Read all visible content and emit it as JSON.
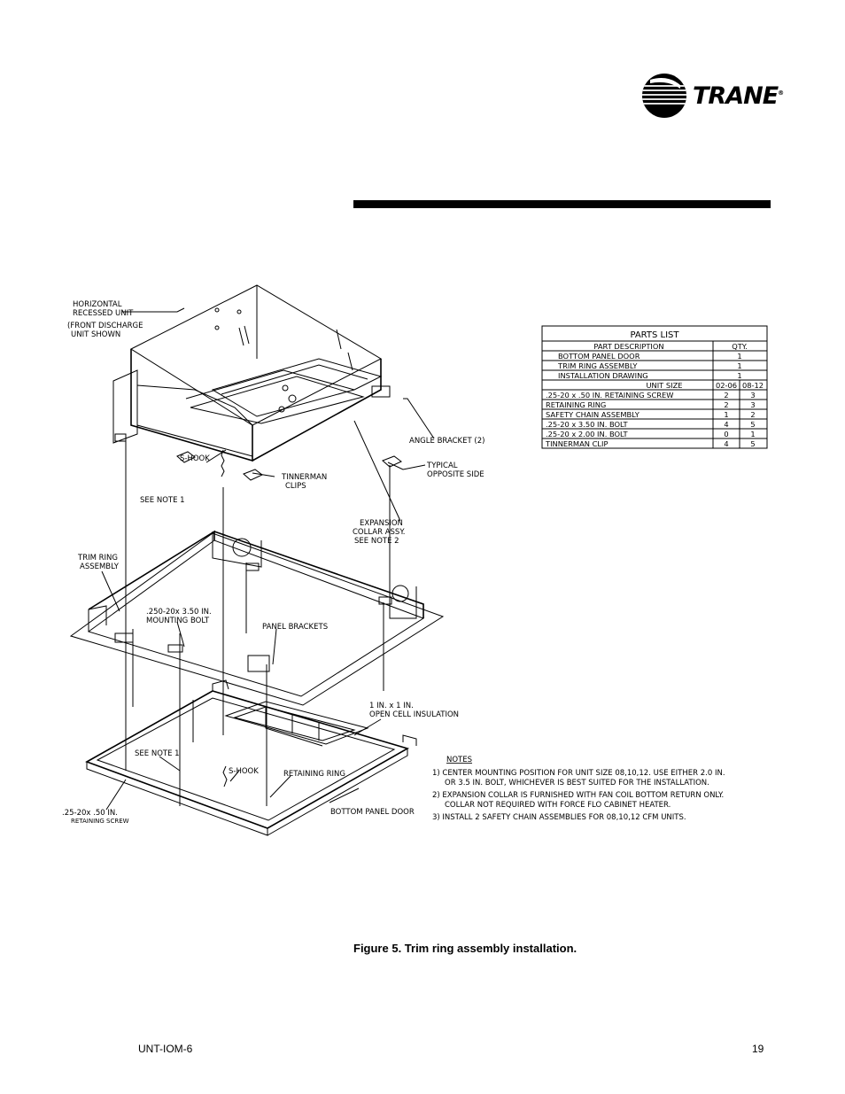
{
  "brand": {
    "name": "TRANE",
    "mark": "®"
  },
  "figure": {
    "caption": "Figure 5. Trim ring assembly installation.",
    "labels": {
      "horizontal_recessed": [
        "HORIZONTAL",
        "RECESSED UNIT"
      ],
      "front_discharge": [
        "(FRONT DISCHARGE",
        "UNIT SHOWN"
      ],
      "angle_bracket": "ANGLE BRACKET (2)",
      "typical_opposite": [
        "TYPICAL",
        "OPPOSITE SIDE"
      ],
      "s_hook_top": "S-HOOK",
      "tinnerman_clips": [
        "TINNERMAN",
        "CLIPS"
      ],
      "see_note_1_top": "SEE NOTE 1",
      "expansion_collar": [
        "EXPANSION",
        "COLLAR ASSY.",
        "SEE NOTE 2"
      ],
      "trim_ring_assembly": [
        "TRIM RING",
        "ASSEMBLY"
      ],
      "mounting_bolt": [
        ".250-20x 3.50 IN.",
        "MOUNTING BOLT"
      ],
      "panel_brackets": "PANEL BRACKETS",
      "insulation": [
        "1 IN. x 1 IN.",
        "OPEN CELL INSULATION"
      ],
      "see_note_1_bottom": "SEE NOTE 1",
      "s_hook_bottom": "S-HOOK",
      "retaining_ring": "RETAINING RING",
      "retaining_screw": [
        ".25-20x .50 IN.",
        "RETAINING SCREW"
      ],
      "bottom_panel_door": "BOTTOM PANEL DOOR"
    },
    "parts_list": {
      "title": "PARTS LIST",
      "col_description": "PART DESCRIPTION",
      "col_qty": "QTY.",
      "simple_rows": [
        {
          "desc": "BOTTOM PANEL DOOR",
          "qty": "1"
        },
        {
          "desc": "TRIM RING ASSEMBLY",
          "qty": "1"
        },
        {
          "desc": "INSTALLATION DRAWING",
          "qty": "1"
        }
      ],
      "unit_size_label": "UNIT SIZE",
      "unit_size_cols": [
        "02-06",
        "08-12"
      ],
      "size_rows": [
        {
          "desc": ".25-20 x .50 IN. RETAINING SCREW",
          "a": "2",
          "b": "3"
        },
        {
          "desc": "RETAINING RING",
          "a": "2",
          "b": "3"
        },
        {
          "desc": "SAFETY CHAIN ASSEMBLY",
          "a": "1",
          "b": "2"
        },
        {
          "desc": ".25-20 x 3.50 IN. BOLT",
          "a": "4",
          "b": "5"
        },
        {
          "desc": ".25-20 x 2.00 IN. BOLT",
          "a": "0",
          "b": "1"
        },
        {
          "desc": "TINNERMAN CLIP",
          "a": "4",
          "b": "5"
        }
      ]
    },
    "notes": {
      "heading": "NOTES",
      "items": [
        [
          "1)  CENTER MOUNTING POSITION FOR UNIT SIZE 08,10,12. USE EITHER 2.0 IN.",
          "OR 3.5 IN. BOLT, WHICHEVER IS BEST SUITED FOR THE INSTALLATION."
        ],
        [
          "2)  EXPANSION COLLAR IS FURNISHED WITH FAN COIL BOTTOM RETURN ONLY.",
          "COLLAR NOT REQUIRED WITH FORCE FLO CABINET HEATER."
        ],
        [
          "3)  INSTALL 2 SAFETY CHAIN ASSEMBLIES FOR 08,10,12 CFM UNITS."
        ]
      ]
    }
  },
  "footer": {
    "doc_code": "UNT-IOM-6",
    "page_number": "19"
  }
}
